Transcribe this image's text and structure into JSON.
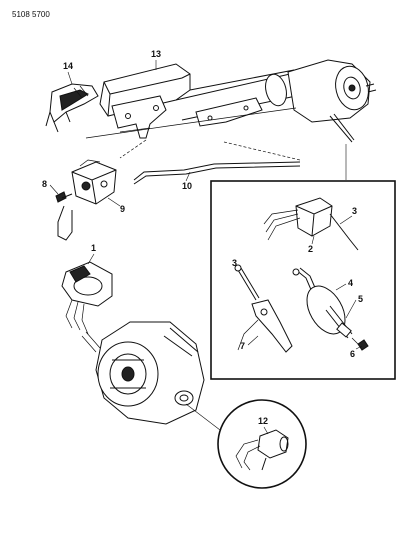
{
  "document_code": "5108 5700",
  "callouts": {
    "c1": "1",
    "c2": "2",
    "c3a": "3",
    "c3b": "3",
    "c4": "4",
    "c5": "5",
    "c6": "6",
    "c7": "7",
    "c8": "8",
    "c9": "9",
    "c10": "10",
    "c12": "12",
    "c13": "13",
    "c14": "14"
  }
}
